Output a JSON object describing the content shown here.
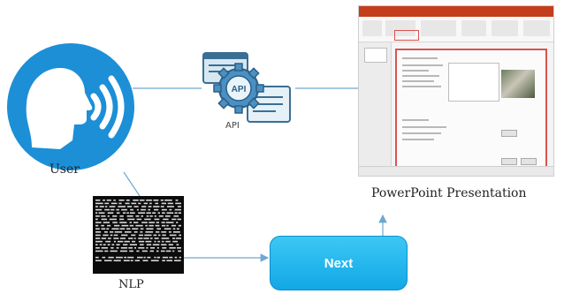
{
  "nodes": {
    "user": {
      "label": "User"
    },
    "api": {
      "label": "API",
      "badge_text": "API"
    },
    "powerpoint": {
      "label": "PowerPoint Presentation"
    },
    "nlp": {
      "label": "NLP"
    },
    "next": {
      "label": "Next"
    }
  },
  "colors": {
    "user_icon": "#1c8fd6",
    "next_button": "#1fb4ee",
    "connector": "#6fa8cf",
    "dialog_border": "#d9534f",
    "ppt_titlebar": "#c43e1c"
  },
  "icons": [
    "speaking-head-icon",
    "api-gear-icon",
    "document-icon"
  ]
}
